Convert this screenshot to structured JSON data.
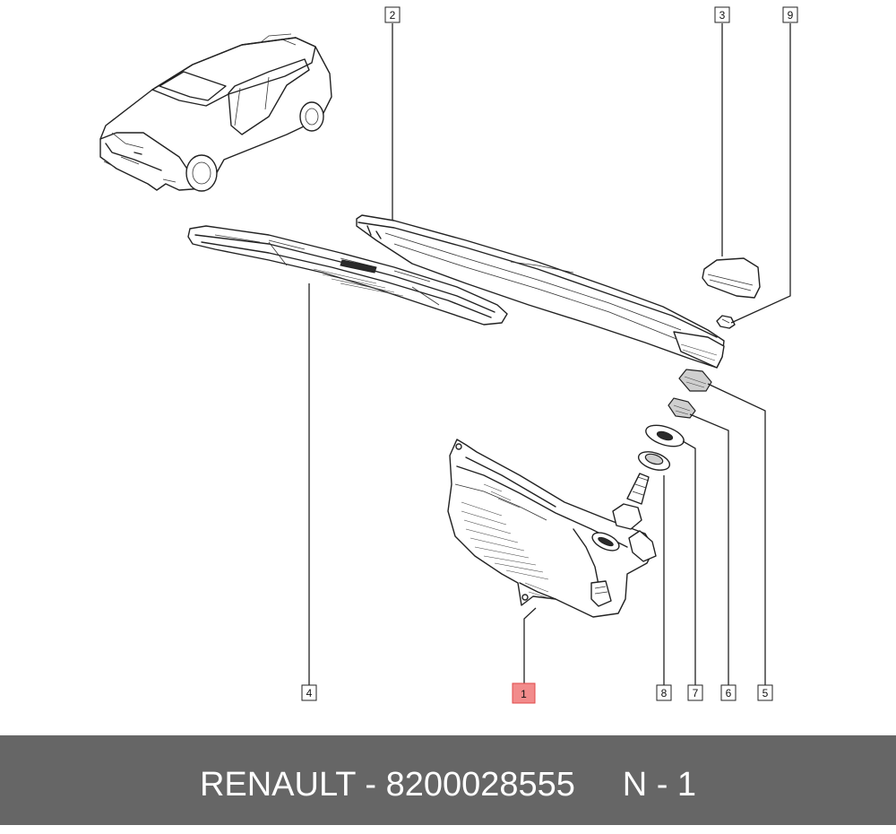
{
  "callouts": [
    {
      "id": "c1",
      "label": "1",
      "highlighted": true
    },
    {
      "id": "c2",
      "label": "2",
      "highlighted": false
    },
    {
      "id": "c3",
      "label": "3",
      "highlighted": false
    },
    {
      "id": "c4",
      "label": "4",
      "highlighted": false
    },
    {
      "id": "c5",
      "label": "5",
      "highlighted": false
    },
    {
      "id": "c6",
      "label": "6",
      "highlighted": false
    },
    {
      "id": "c7",
      "label": "7",
      "highlighted": false
    },
    {
      "id": "c8",
      "label": "8",
      "highlighted": false
    },
    {
      "id": "c9",
      "label": "9",
      "highlighted": false
    }
  ],
  "footer": {
    "text": "RENAULT - 8200028555     N - 1"
  },
  "colors": {
    "footer_background": "#666666",
    "highlight": "#f28b8b",
    "line": "#222222"
  }
}
